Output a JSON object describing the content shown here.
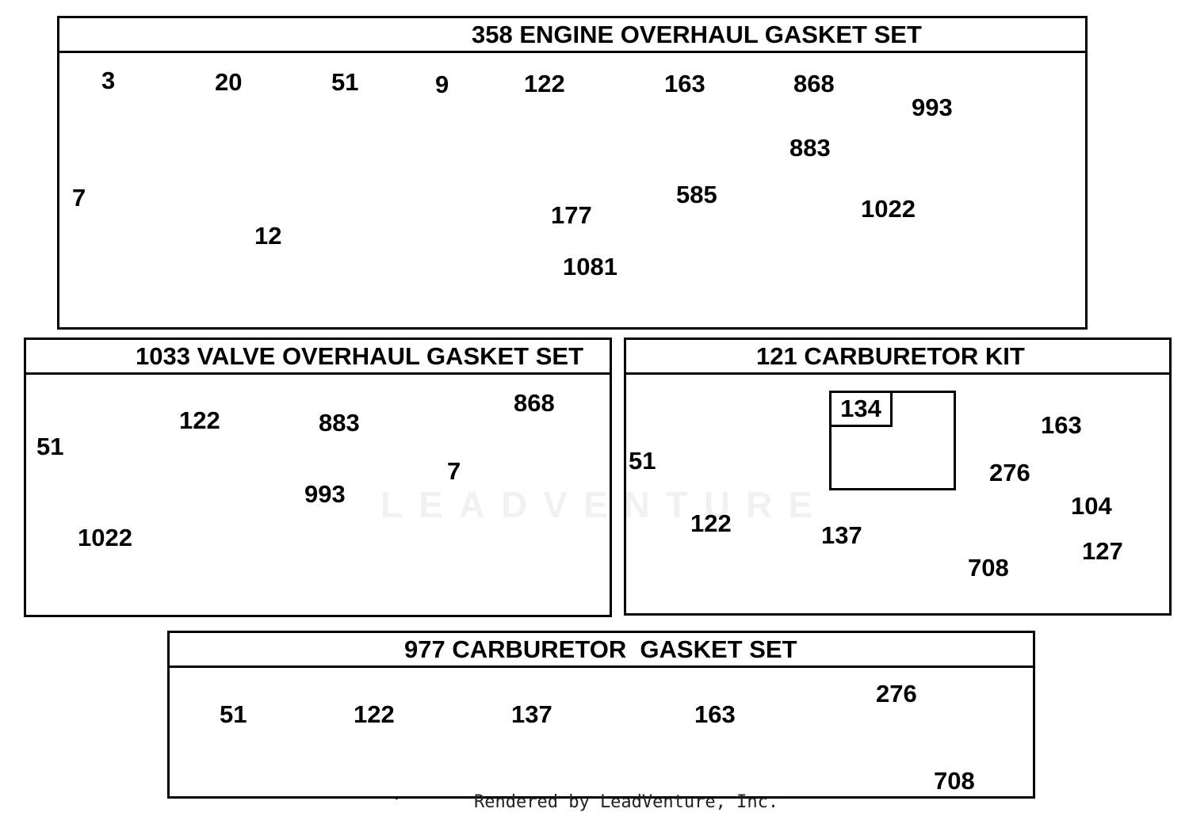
{
  "panels": {
    "engine": {
      "title": "358 ENGINE OVERHAUL GASKET SET",
      "labels": {
        "p3": "3",
        "p20": "20",
        "p51": "51",
        "p9": "9",
        "p122": "122",
        "p163": "163",
        "p868": "868",
        "p993": "993",
        "p883": "883",
        "p7": "7",
        "p12": "12",
        "p177": "177",
        "p585": "585",
        "p1022": "1022",
        "p1081": "1081"
      }
    },
    "valve": {
      "title": "1033 VALVE OVERHAUL GASKET SET",
      "labels": {
        "p51": "51",
        "p122": "122",
        "p883": "883",
        "p868": "868",
        "p7": "7",
        "p993": "993",
        "p1022": "1022"
      }
    },
    "carb_kit": {
      "title": "121 CARBURETOR KIT",
      "labels": {
        "p134": "134",
        "p51": "51",
        "p163": "163",
        "p276": "276",
        "p104": "104",
        "p122": "122",
        "p137": "137",
        "p708": "708",
        "p127": "127"
      }
    },
    "carb_gasket": {
      "title": "977 CARBURETOR  GASKET SET",
      "labels": {
        "p51": "51",
        "p122": "122",
        "p137": "137",
        "p163": "163",
        "p276": "276",
        "p708": "708"
      }
    }
  },
  "watermark": "LEADVENTURE",
  "footer": "Rendered by LeadVenture, Inc."
}
